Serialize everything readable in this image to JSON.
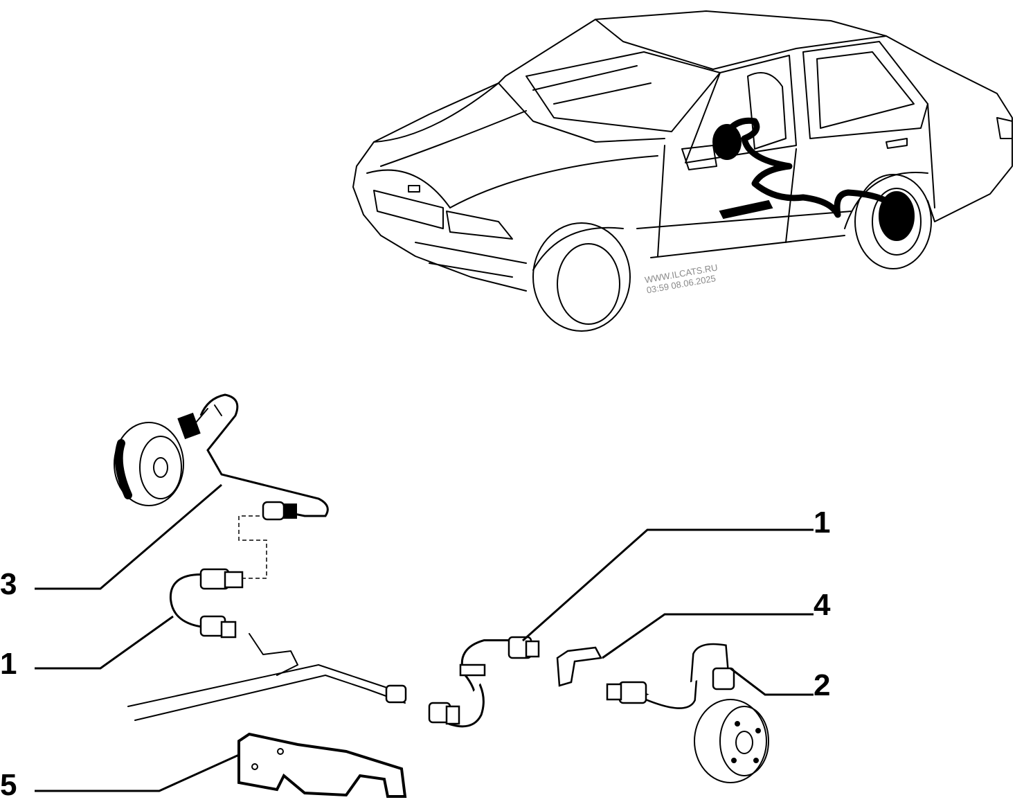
{
  "watermark": {
    "site": "WWW.ILCATS.RU",
    "timestamp": "03:59 08.06.2025"
  },
  "callouts": [
    {
      "id": "3",
      "label": "3"
    },
    {
      "id": "1-left",
      "label": "1"
    },
    {
      "id": "5",
      "label": "5"
    },
    {
      "id": "1-right",
      "label": "1"
    },
    {
      "id": "4",
      "label": "4"
    },
    {
      "id": "2",
      "label": "2"
    }
  ],
  "colors": {
    "line": "#000000",
    "background": "#ffffff",
    "watermark": "#8a8a8a"
  }
}
